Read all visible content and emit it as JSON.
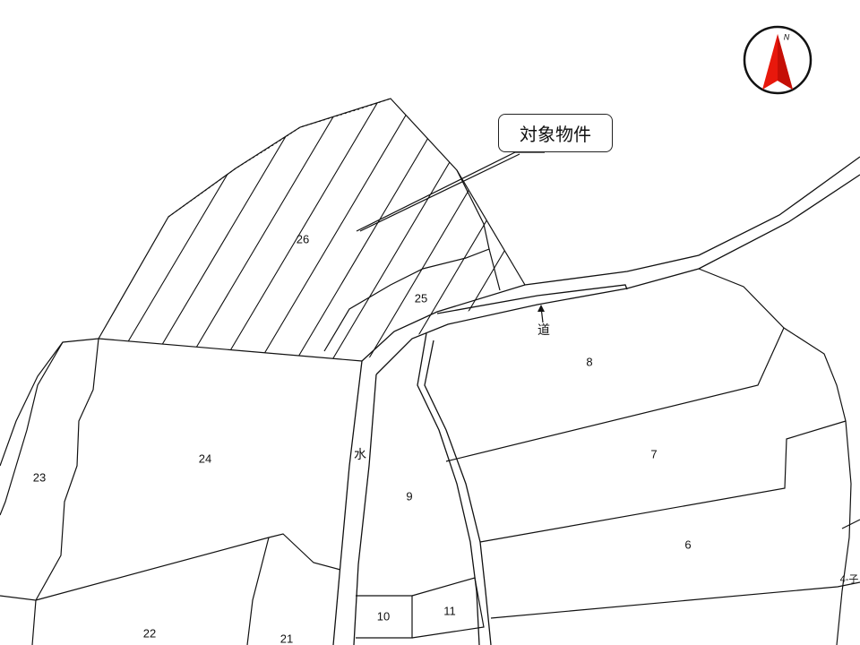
{
  "callout": {
    "text": "対象物件"
  },
  "compass": {
    "north_letter": "N",
    "needle_color": "#e8180c"
  },
  "parcels": {
    "p26": "26",
    "p25": "25",
    "p24": "24",
    "p23": "23",
    "p22": "22",
    "p21": "21",
    "p10": "10",
    "p11": "11",
    "p9": "9",
    "p8": "8",
    "p7": "7",
    "p6": "6",
    "p4": "4-子"
  },
  "features": {
    "road_label": "道",
    "water_label": "水"
  },
  "colors": {
    "line": "#111111",
    "background": "#ffffff",
    "needle": "#e8180c"
  }
}
